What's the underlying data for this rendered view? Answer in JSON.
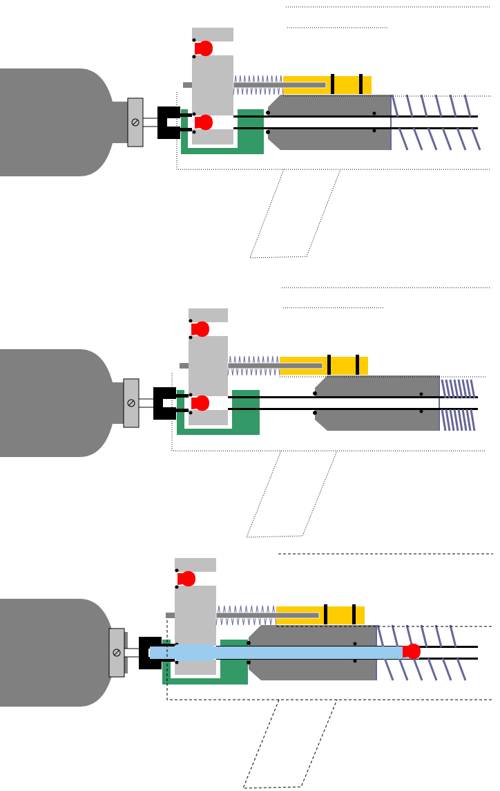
{
  "diagram": {
    "type": "mechanism-sequence",
    "stages": [
      {
        "id": "stage-1",
        "state": "closed",
        "bullet_in_chamber": true,
        "fluid": false
      },
      {
        "id": "stage-2",
        "state": "compressed",
        "bullet_in_chamber": true,
        "fluid": false
      },
      {
        "id": "stage-3",
        "state": "fired",
        "bullet_in_chamber": false,
        "fluid": true
      }
    ],
    "colors": {
      "tank": "#808080",
      "valve_body": "#c0c0c0",
      "fitting": "#000000",
      "housing": "#339966",
      "bolt": "#c0c0c0",
      "projectile": "#ff0000",
      "spring": "#666699",
      "trigger": "#ffcc00",
      "barrel_block": "#808080",
      "gas": "#99ccee",
      "outline": "#000000"
    }
  }
}
